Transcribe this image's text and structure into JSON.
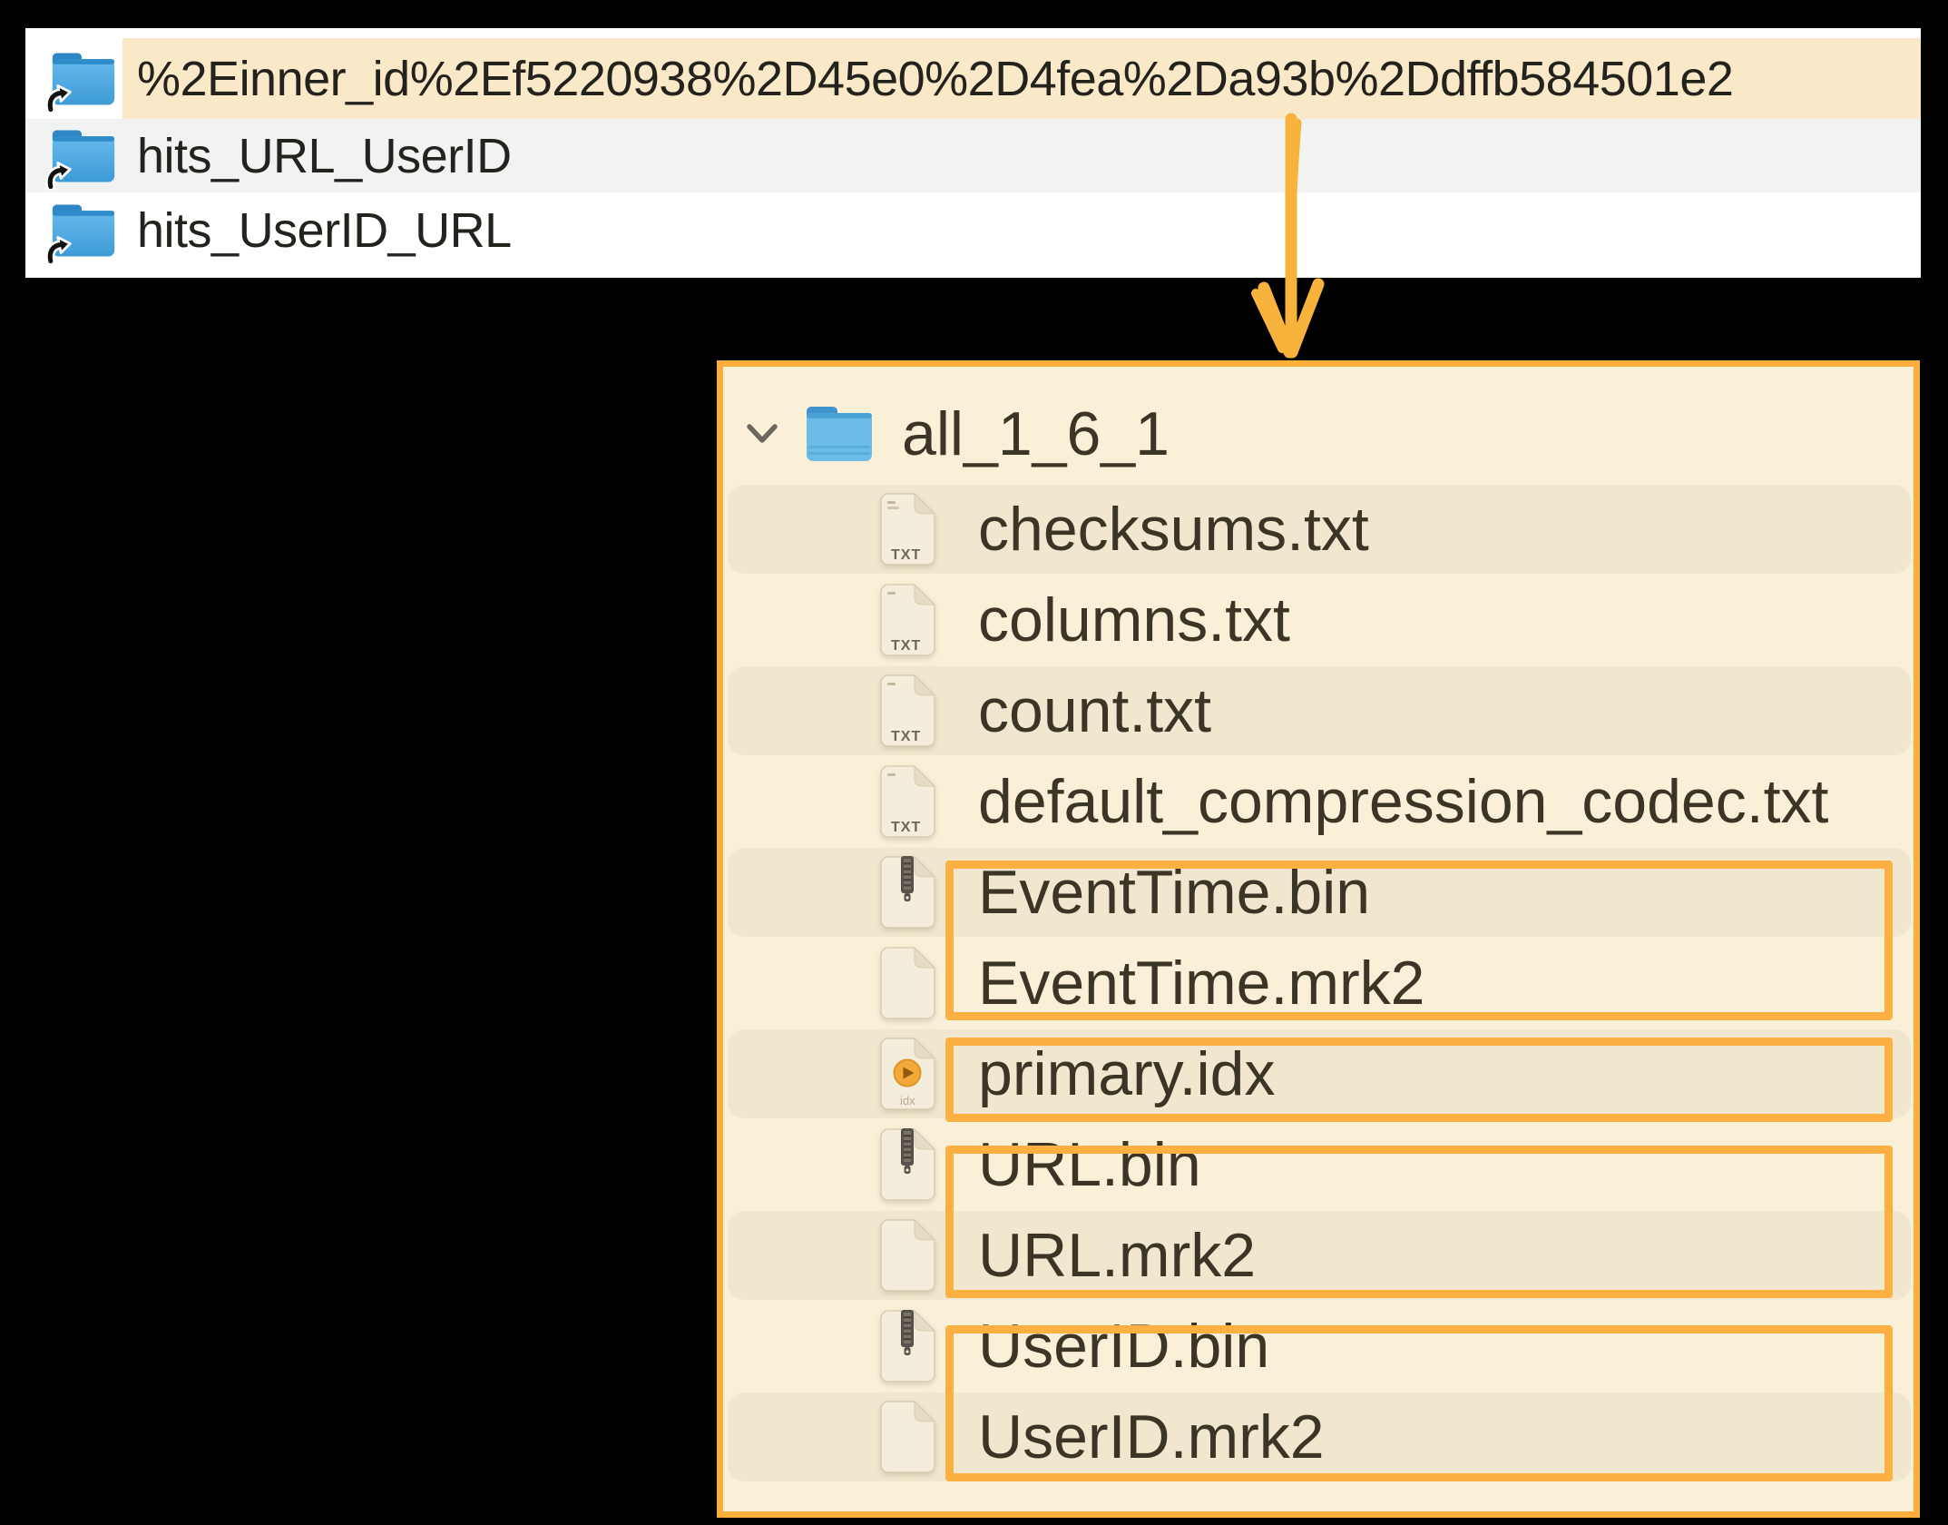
{
  "finder_list": {
    "rows": [
      {
        "icon": "alias-folder-icon",
        "label": "%2Einner_id%2Ef5220938%2D45e0%2D4fea%2Da93b%2Ddffb584501e2",
        "highlighted": true
      },
      {
        "icon": "alias-folder-icon",
        "label": "hits_URL_UserID",
        "highlighted": false
      },
      {
        "icon": "alias-folder-icon",
        "label": "hits_UserID_URL",
        "highlighted": false
      }
    ]
  },
  "tree": {
    "root": {
      "icon": "folder-icon",
      "label": "all_1_6_1",
      "expanded": true
    },
    "files": [
      {
        "icon": "txt-file-icon",
        "label": "checksums.txt"
      },
      {
        "icon": "txt-file-icon",
        "label": "columns.txt"
      },
      {
        "icon": "txt-file-icon",
        "label": "count.txt"
      },
      {
        "icon": "txt-file-icon",
        "label": "default_compression_codec.txt"
      },
      {
        "icon": "zip-binary-file-icon",
        "label": "EventTime.bin"
      },
      {
        "icon": "plain-file-icon",
        "label": "EventTime.mrk2"
      },
      {
        "icon": "idx-file-icon",
        "label": "primary.idx"
      },
      {
        "icon": "zip-binary-file-icon",
        "label": "URL.bin"
      },
      {
        "icon": "plain-file-icon",
        "label": "URL.mrk2"
      },
      {
        "icon": "zip-binary-file-icon",
        "label": "UserID.bin"
      },
      {
        "icon": "plain-file-icon",
        "label": "UserID.mrk2"
      }
    ],
    "icon_badges": {
      "txt": "TXT",
      "idx": "idx"
    }
  },
  "annotations": {
    "arrow": {
      "type": "down-arrow",
      "from": "highlighted-folder-row",
      "to": "tree-panel"
    },
    "boxes": [
      {
        "around": [
          "EventTime.bin",
          "EventTime.mrk2"
        ]
      },
      {
        "around": [
          "primary.idx"
        ]
      },
      {
        "around": [
          "URL.bin",
          "URL.mrk2"
        ]
      },
      {
        "around": [
          "UserID.bin",
          "UserID.mrk2"
        ]
      }
    ]
  },
  "colors": {
    "annotation_orange": "#FBB041",
    "panel_border_orange": "#FBAE3C",
    "selection_highlight_cream": "#FAE9C9",
    "tree_panel_bg": "#FAF0D8",
    "tree_zebra_stripe": "#F0E7CE",
    "finder_alt_row_gray": "#F1F3F2",
    "folder_blue": "#4BA7DF",
    "top_text": "#23221D",
    "tree_text": "#3B3526"
  }
}
